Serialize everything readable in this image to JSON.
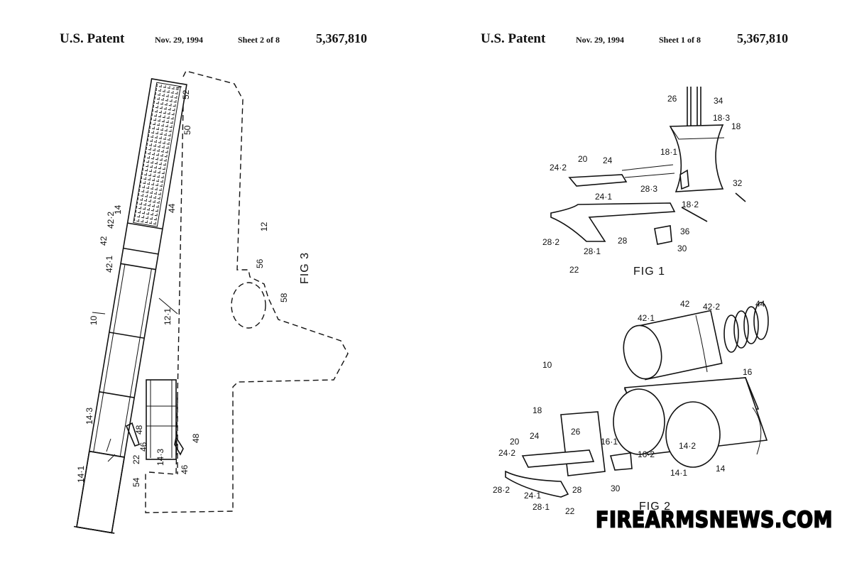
{
  "left_sheet": {
    "patent_label": "U.S. Patent",
    "date": "Nov. 29, 1994",
    "sheet": "Sheet 2 of 8",
    "patent_number": "5,367,810",
    "figure_label": "FIG 3",
    "refs": [
      "52",
      "50",
      "44",
      "14",
      "42·2",
      "42",
      "42·1",
      "12",
      "56",
      "58",
      "10",
      "12·1",
      "14·3",
      "48",
      "46",
      "22",
      "14·3",
      "46",
      "48",
      "14·1",
      "54"
    ]
  },
  "right_sheet": {
    "patent_label": "U.S. Patent",
    "date": "Nov. 29, 1994",
    "sheet": "Sheet 1 of 8",
    "patent_number": "5,367,810",
    "fig1_label": "FIG 1",
    "fig1_refs": [
      "26",
      "34",
      "18·3",
      "18",
      "18·1",
      "20",
      "24",
      "24·2",
      "24·1",
      "32",
      "28·3",
      "18·2",
      "36",
      "28·2",
      "28·1",
      "28",
      "30",
      "22"
    ],
    "fig2_label": "FIG 2",
    "fig2_refs": [
      "42",
      "42·2",
      "44",
      "42·1",
      "10",
      "16",
      "18",
      "26",
      "16·1",
      "16·2",
      "14·2",
      "20",
      "24",
      "24·2",
      "14·1",
      "14",
      "28·2",
      "24·1",
      "28",
      "30",
      "28·1",
      "22"
    ]
  },
  "watermark": "FIREARMSNEWS.COM"
}
